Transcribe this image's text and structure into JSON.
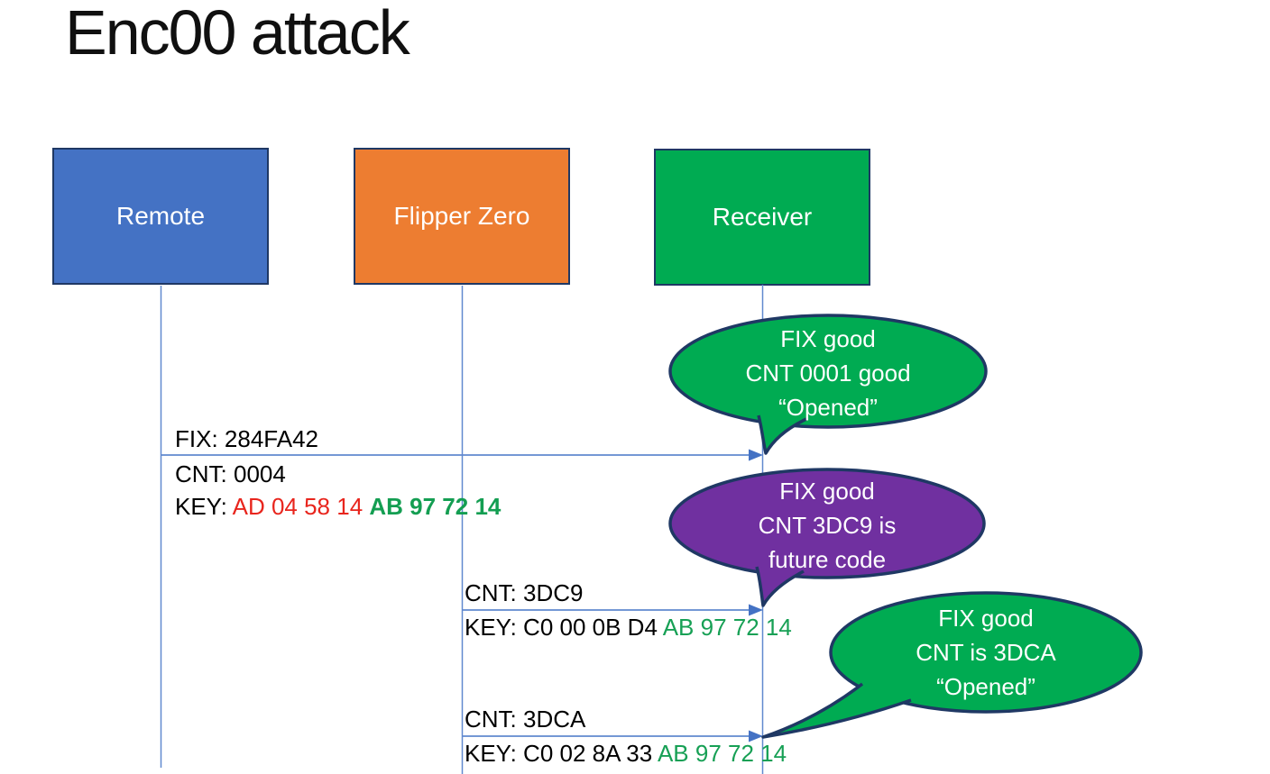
{
  "title": "Enc00 attack",
  "actors": [
    {
      "id": "remote",
      "label": "Remote",
      "fill": "#4472c4"
    },
    {
      "id": "flipper",
      "label": "Flipper Zero",
      "fill": "#ed7d31"
    },
    {
      "id": "receiver",
      "label": "Receiver",
      "fill": "#00ab52"
    }
  ],
  "messages": [
    {
      "from": "Remote",
      "to": "Receiver",
      "line1": "FIX: 284FA42",
      "line2": "CNT: 0004",
      "key_label": "KEY: ",
      "key_red": "AD 04 58 14 ",
      "key_green": "AB 97 72 14"
    },
    {
      "from": "Flipper Zero",
      "to": "Receiver",
      "line1": "CNT: 3DC9",
      "key_label": "KEY: C0 00 0B D4 ",
      "key_green": "AB 97 72 14"
    },
    {
      "from": "Flipper Zero",
      "to": "Receiver",
      "line1": "CNT: 3DCA",
      "key_label": "KEY: C0 02 8A 33 ",
      "key_green": "AB 97 72 14"
    }
  ],
  "callouts": [
    {
      "color": "#00ab52",
      "lines": [
        "FIX good",
        "CNT 0001 good",
        "“Opened”"
      ]
    },
    {
      "color": "#7030a0",
      "lines": [
        "FIX good",
        "CNT 3DC9 is",
        "future code"
      ]
    },
    {
      "color": "#00ab52",
      "lines": [
        "FIX good",
        "CNT is 3DCA",
        "“Opened”"
      ]
    }
  ],
  "colors": {
    "connector": "#6189cf",
    "arrow_fill": "#4472c4",
    "shape_border": "#1f3864",
    "key_red": "#e8251d",
    "key_green": "#17a055",
    "title_text": "#101010"
  }
}
